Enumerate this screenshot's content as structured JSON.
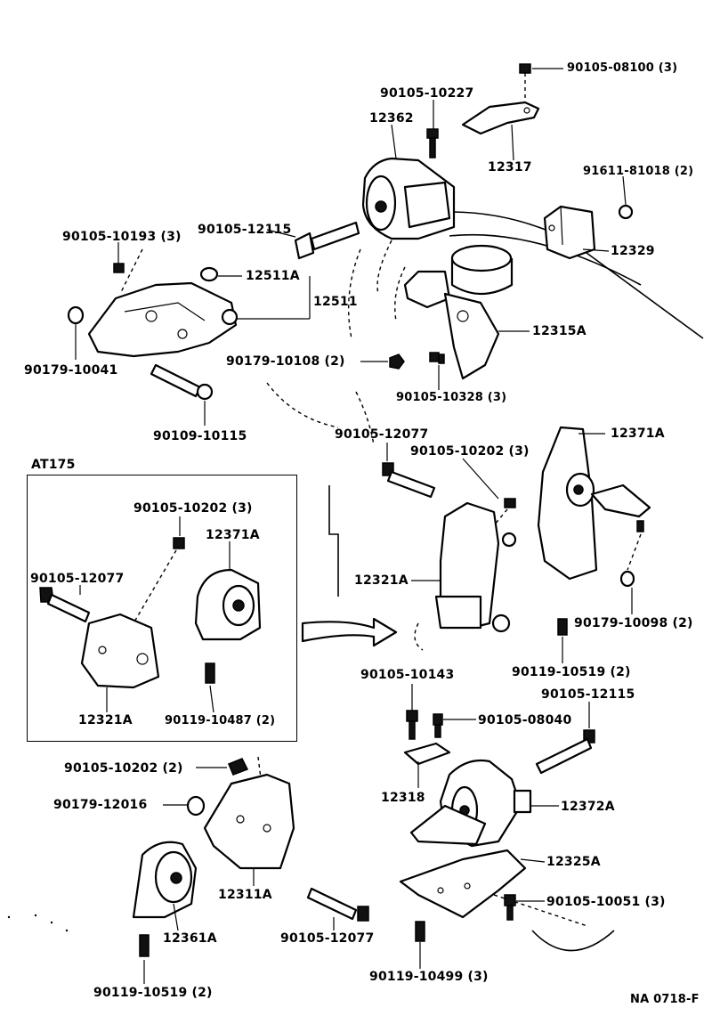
{
  "labels": {
    "p90105_08100": "90105-08100 (3)",
    "p90105_10227": "90105-10227",
    "p12362": "12362",
    "p12317": "12317",
    "p91611_81018": "91611-81018 (2)",
    "p90105_10193": "90105-10193 (3)",
    "p90105_12115_top": "90105-12115",
    "p12329": "12329",
    "p12511A": "12511A",
    "p12511": "12511",
    "p12315A": "12315A",
    "p90179_10041": "90179-10041",
    "p90179_10108": "90179-10108 (2)",
    "p90105_10328": "90105-10328 (3)",
    "p90109_10115": "90109-10115",
    "p90105_12077_mid": "90105-12077",
    "p12371A_right": "12371A",
    "p90105_10202_mid": "90105-10202 (3)",
    "p12321A_right": "12321A",
    "p90179_10098": "90179-10098 (2)",
    "p90119_10519_right": "90119-10519 (2)",
    "p90105_10143": "90105-10143",
    "p90105_12115_right": "90105-12115",
    "p90105_08040": "90105-08040",
    "p12318": "12318",
    "p12372A": "12372A",
    "p12325A": "12325A",
    "p90105_10051": "90105-10051 (3)",
    "p90119_10499": "90119-10499 (3)",
    "p90105_10202_bot": "90105-10202 (2)",
    "p90179_12016": "90179-12016",
    "p12311A": "12311A",
    "p12361A": "12361A",
    "p90105_12077_bot": "90105-12077",
    "p90119_10519_bot": "90119-10519 (2)"
  },
  "inset": {
    "title": "AT175",
    "p90105_10202": "90105-10202 (3)",
    "p12371A": "12371A",
    "p90105_12077": "90105-12077",
    "p12321A": "12321A",
    "p90119_10487": "90119-10487 (2)"
  },
  "diagram_code": "NA 0718-F"
}
